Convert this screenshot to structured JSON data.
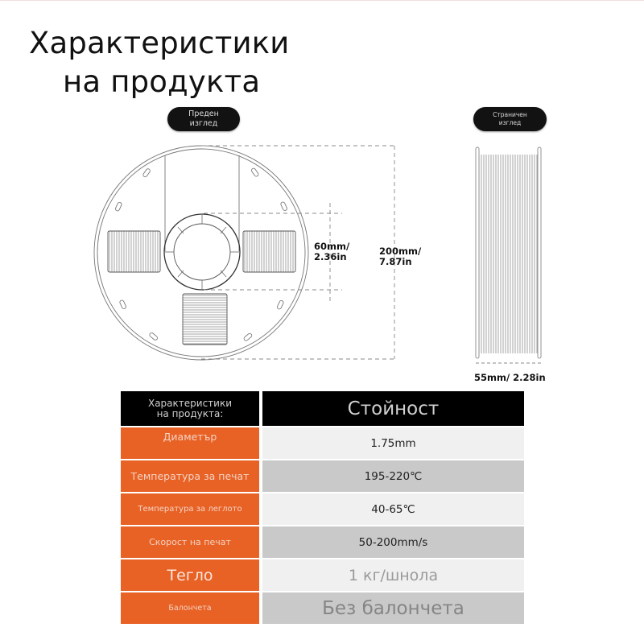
{
  "title": {
    "line1": "Характеристики",
    "line2": "на продукта"
  },
  "views": {
    "front": {
      "line1": "Преден",
      "line2": "изглед"
    },
    "side": {
      "line1": "Страничен",
      "line2": "изглед"
    }
  },
  "dimensions": {
    "hub": {
      "line1": "60mm/",
      "line2": "2.36in"
    },
    "outer": {
      "line1": "200mm/",
      "line2": "7.87in"
    },
    "width": "55mm/ 2.28in"
  },
  "table": {
    "header": {
      "left_line1": "Характеристики",
      "left_line2": "на продукта:",
      "right": "Стойност"
    },
    "rows": [
      {
        "label": "Диаметър",
        "value": "1.75mm"
      },
      {
        "label": "Температура за печат",
        "value": "195-220℃"
      },
      {
        "label": "Температура за леглото",
        "value": "40-65℃"
      },
      {
        "label": "Скорост на печат",
        "value": "50-200mm/s"
      },
      {
        "label": "Тегло",
        "value": "1 кг/шнола"
      },
      {
        "label": "Балончета",
        "value": "Без балончета"
      }
    ]
  },
  "colors": {
    "accent": "#e86125",
    "header_bg": "#000000",
    "row_light": "#f0f0f0",
    "row_dark": "#c9c9c9"
  }
}
